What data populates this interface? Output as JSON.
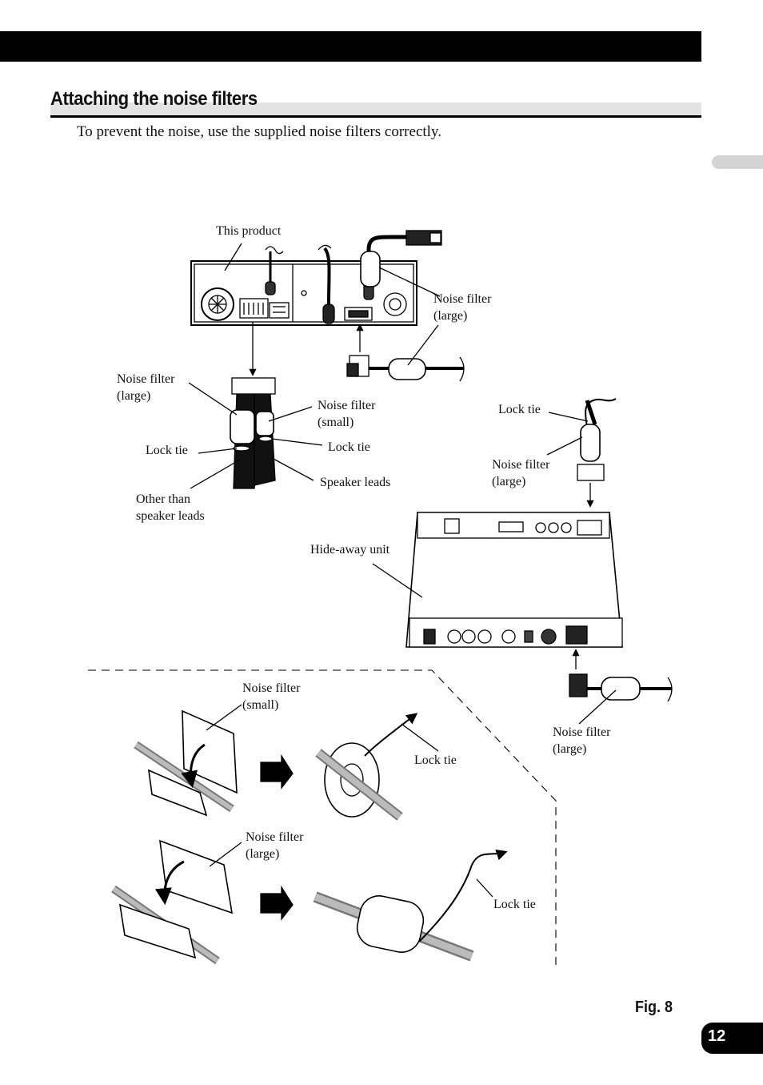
{
  "section": {
    "title": "Attaching the noise filters",
    "intro": "To prevent the noise, use the supplied noise filters correctly."
  },
  "figure": {
    "labels": {
      "this_product": "This product",
      "nf_large_1a": "Noise filter",
      "nf_large_1b": "(large)",
      "nf_large_2a": "Noise filter",
      "nf_large_2b": "(large)",
      "nf_small_1a": "Noise filter",
      "nf_small_1b": "(small)",
      "lock_tie_1": "Lock tie",
      "lock_tie_2": "Lock tie",
      "lock_tie_3": "Lock tie",
      "other_a": "Other than",
      "other_b": "speaker leads",
      "speaker_leads": "Speaker leads",
      "nf_large_3a": "Noise filter",
      "nf_large_3b": "(large)",
      "hideaway": "Hide-away unit",
      "nf_large_4a": "Noise filter",
      "nf_large_4b": "(large)",
      "nf_small_2a": "Noise filter",
      "nf_small_2b": "(small)",
      "lock_tie_4": "Lock tie",
      "nf_large_5a": "Noise filter",
      "nf_large_5b": "(large)",
      "lock_tie_5": "Lock tie"
    },
    "caption": "Fig. 8"
  },
  "page": {
    "number": "12"
  }
}
